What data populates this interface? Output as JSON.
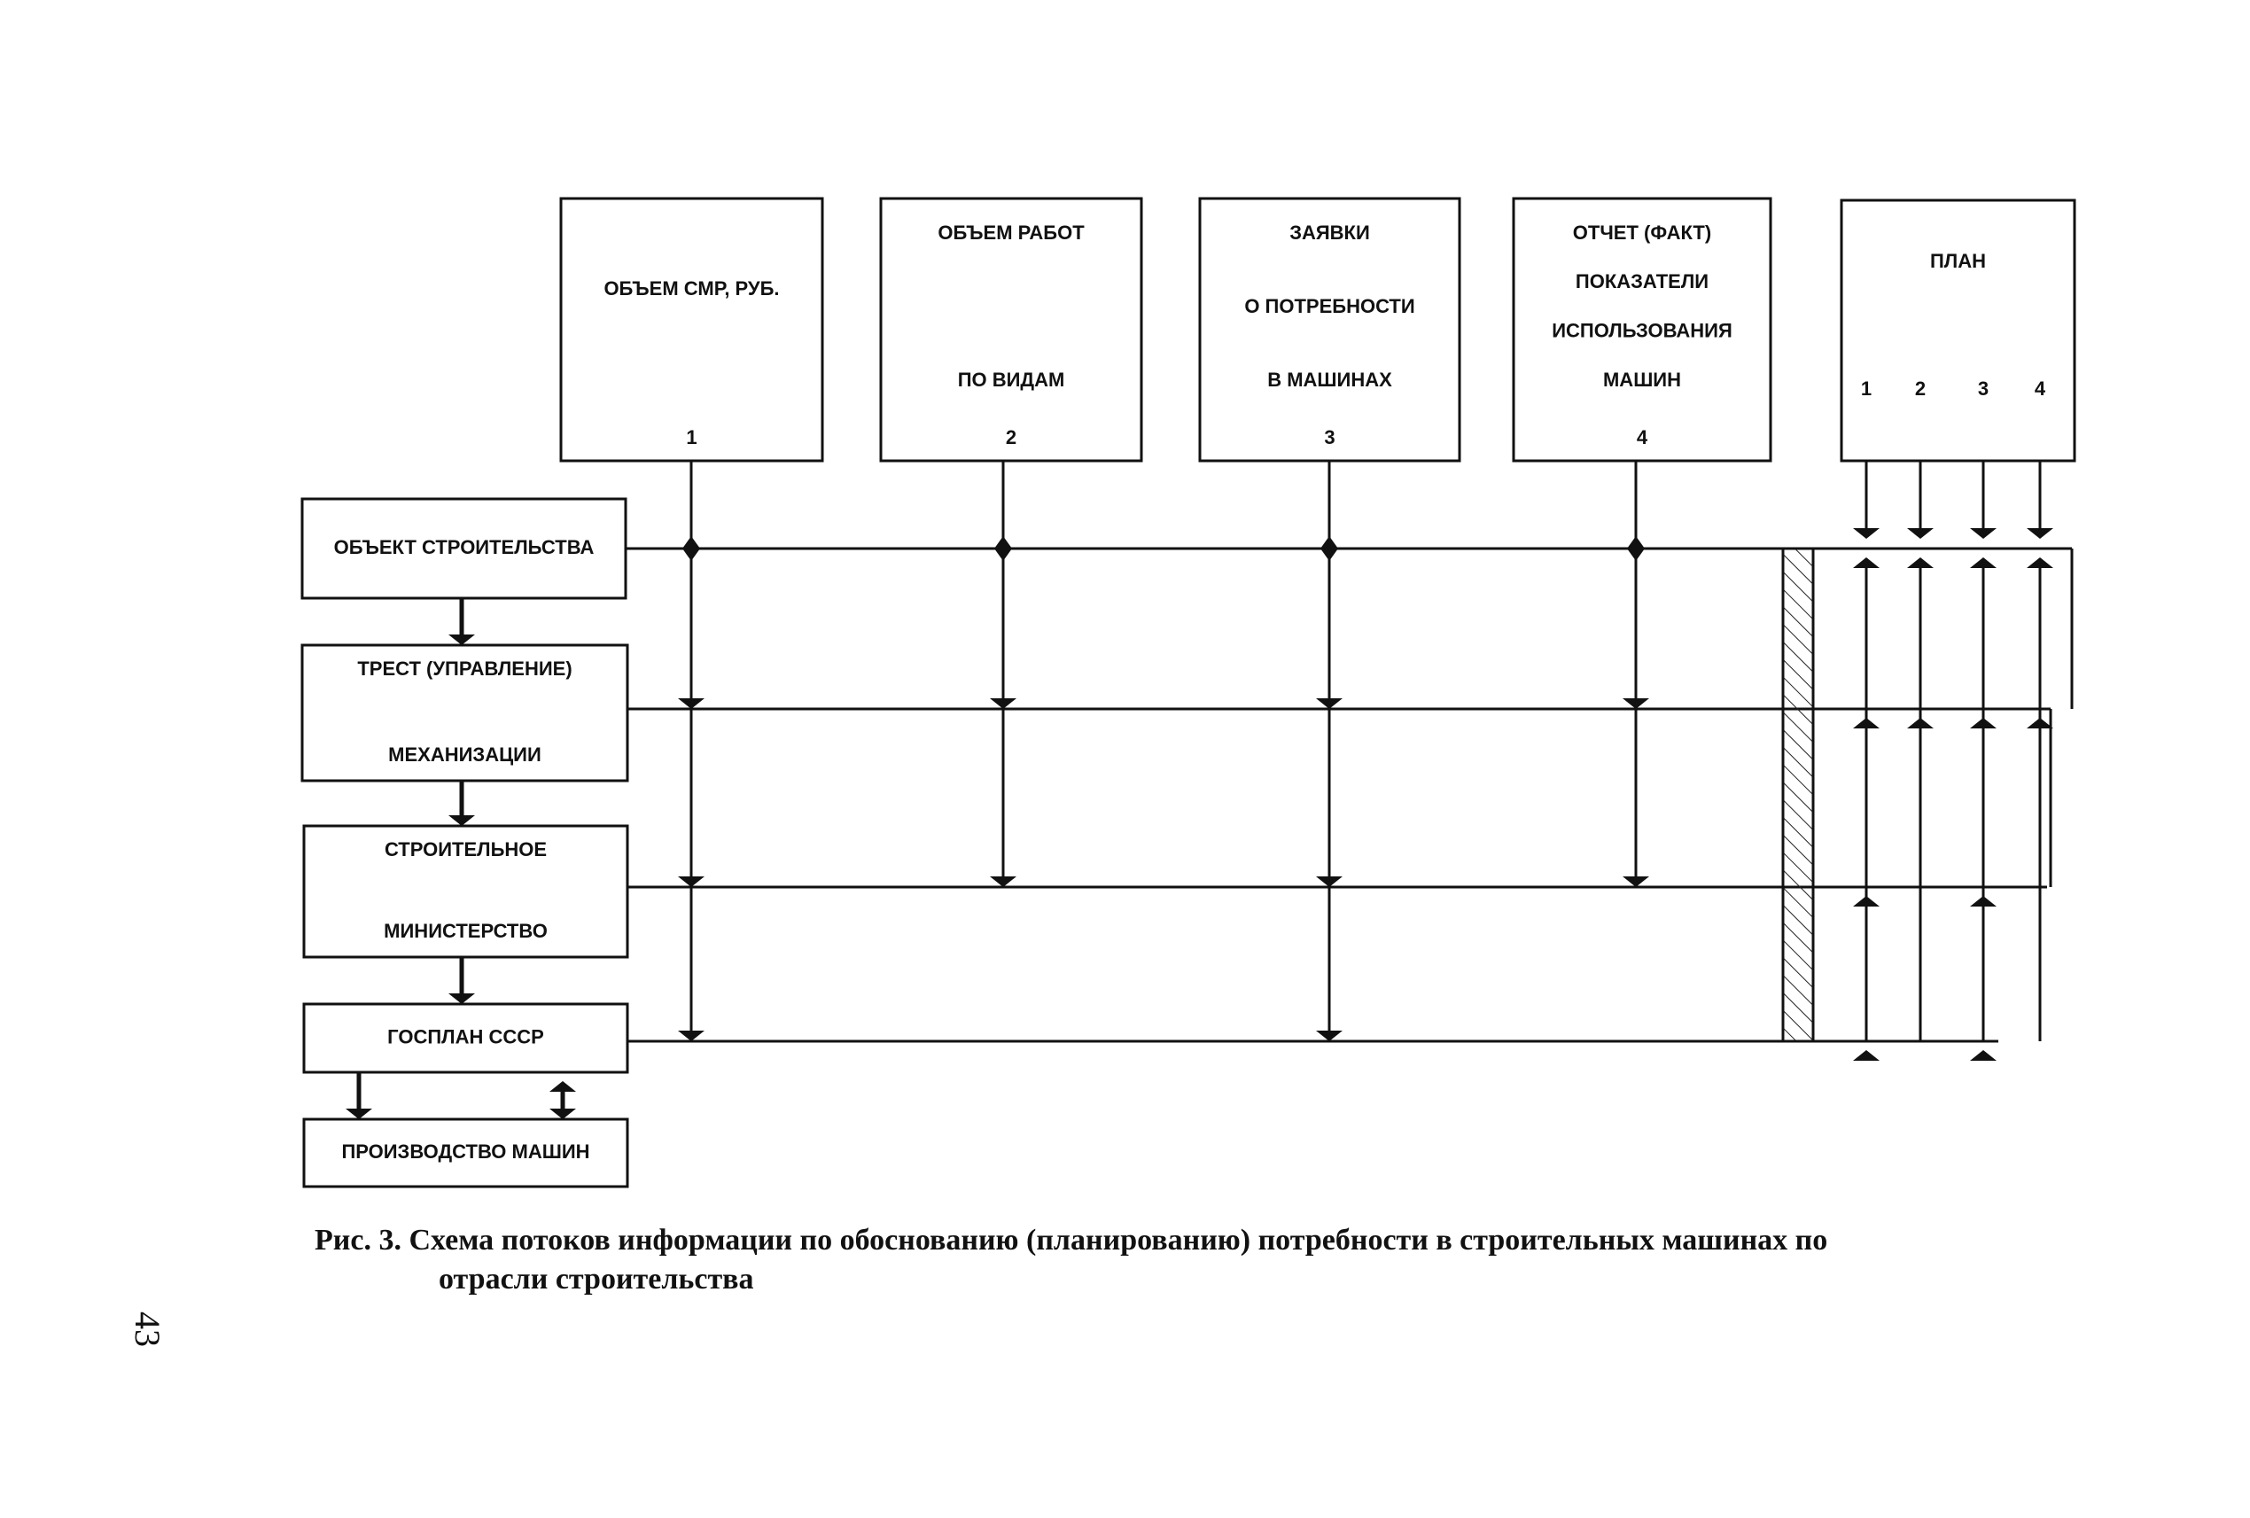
{
  "sources": [
    {
      "lines": [
        "ОБЪЕМ СМР, РУБ."
      ],
      "num": "1"
    },
    {
      "lines": [
        "ОБЪЕМ РАБОТ",
        "ПО ВИДАМ"
      ],
      "num": "2"
    },
    {
      "lines": [
        "ЗАЯВКИ",
        "О ПОТРЕБНОСТИ",
        "В МАШИНАХ"
      ],
      "num": "3"
    },
    {
      "lines": [
        "ОТЧЕТ (ФАКТ)",
        "ПОКАЗАТЕЛИ",
        "ИСПОЛЬЗОВАНИЯ",
        "МАШИН"
      ],
      "num": "4"
    }
  ],
  "plan": {
    "title": "ПЛАН",
    "columns": [
      "1",
      "2",
      "3",
      "4"
    ]
  },
  "levels": [
    {
      "lines": [
        "ОБЪЕКТ СТРОИТЕЛЬСТВА"
      ]
    },
    {
      "lines": [
        "ТРЕСТ (УПРАВЛЕНИЕ)",
        "МЕХАНИЗАЦИИ"
      ]
    },
    {
      "lines": [
        "СТРОИТЕЛЬНОЕ",
        "МИНИСТЕРСТВО"
      ]
    },
    {
      "lines": [
        "ГОСПЛАН СССР"
      ]
    },
    {
      "lines": [
        "ПРОИЗВОДСТВО МАШИН"
      ]
    }
  ],
  "caption": {
    "label": "Рис. 3.",
    "line1": "Схема потоков информации по обоснованию (планированию) потребности в строительных машинах по",
    "line2": "отрасли строительства"
  },
  "page_number": "43"
}
